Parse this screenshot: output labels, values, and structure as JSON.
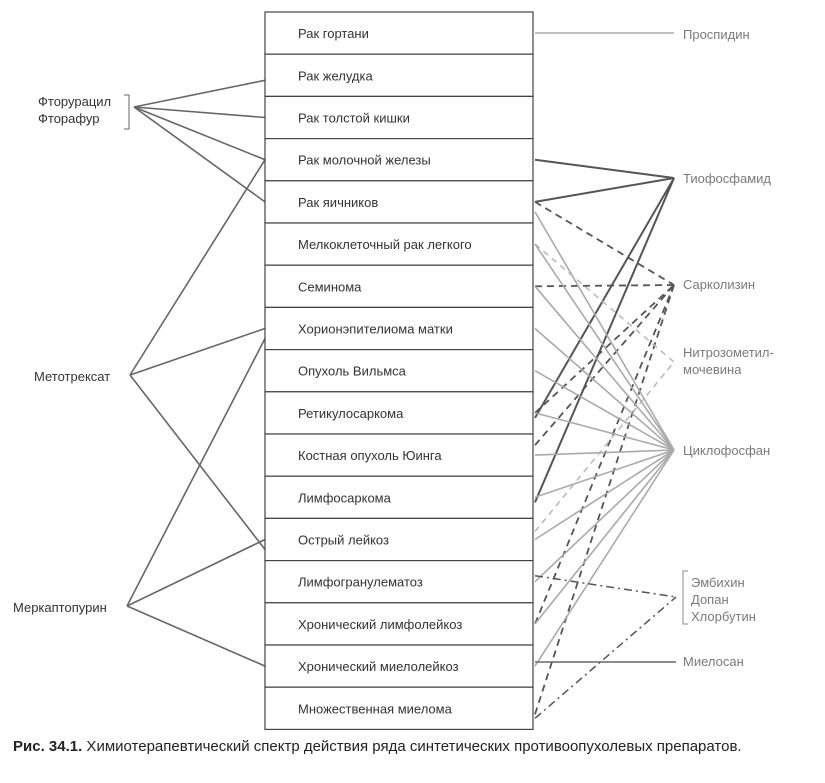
{
  "diseases": [
    "Рак гортани",
    "Рак желудка",
    "Рак толстой кишки",
    "Рак молочной железы",
    "Рак яичников",
    "Мелкоклеточный рак легкого",
    "Семинома",
    "Хорионэпителиома матки",
    "Опухоль Вильмса",
    "Ретикулосаркома",
    "Костная опухоль Юинга",
    "Лимфосаркома",
    "Острый лейкоз",
    "Лимфогранулематоз",
    "Хронический лимфолейкоз",
    "Хронический миелолейкоз",
    "Множественная миелома"
  ],
  "left_drugs": {
    "ftoruracil": [
      "Фторурацил",
      "Фторафур"
    ],
    "metotreksat": "Метотрексат",
    "merkaptopurin": "Меркаптопурин"
  },
  "right_drugs": {
    "prospidin": "Проспидин",
    "tiofosfamid": "Тиофосфамид",
    "sarkolizin": "Сарколизин",
    "nitrozo": [
      "Нитрозометил-",
      "мочевина"
    ],
    "ciklofosfan": "Циклофосфан",
    "embihin_group": [
      "Эмбихин",
      "Допан",
      "Хлорбутин"
    ],
    "mielosan": "Миелосан"
  },
  "caption": {
    "number": "Рис. 34.1.",
    "text": " Химиотерапевтический спектр действия ряда синтетических противоопухолевых препаратов."
  }
}
